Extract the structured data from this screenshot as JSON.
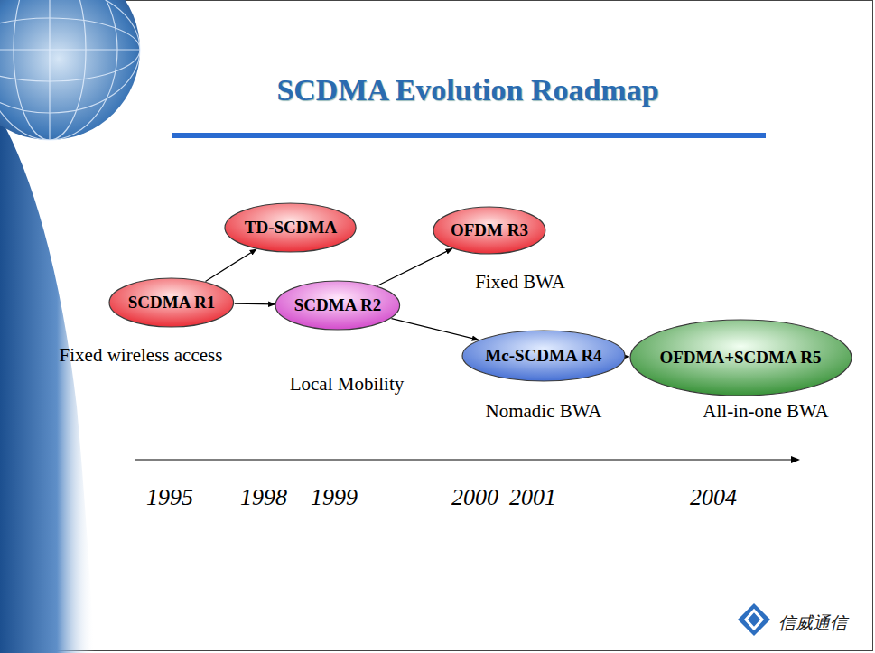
{
  "diagram": {
    "title": "SCDMA Evolution Roadmap",
    "nodes": [
      {
        "text": [
          "SCDMA R1"
        ]
      },
      {
        "text": [
          "TD-SCDMA"
        ]
      },
      {
        "text": [
          "SCDMA R2"
        ]
      },
      {
        "text": [
          "OFDM R3"
        ]
      },
      {
        "text": [
          "Mc-SCDMA R4"
        ]
      },
      {
        "text": [
          "OFDMA+SCDMA R5"
        ]
      }
    ],
    "edges": [
      {
        "from": 0,
        "to": 1,
        "arrow": "to"
      },
      {
        "from": 0,
        "to": 2,
        "arrow": "to"
      },
      {
        "from": 2,
        "to": 3,
        "arrow": "to"
      },
      {
        "from": 2,
        "to": 4,
        "arrow": "to"
      },
      {
        "from": 4,
        "to": 5,
        "arrow": "to"
      }
    ],
    "labels": [
      "Fixed wireless access",
      "Local Mobility",
      "Fixed BWA",
      "Nomadic BWA",
      "All-in-one BWA",
      "1995",
      "1998",
      "1999",
      "2000",
      "2001",
      "2004",
      "信威通信"
    ]
  }
}
